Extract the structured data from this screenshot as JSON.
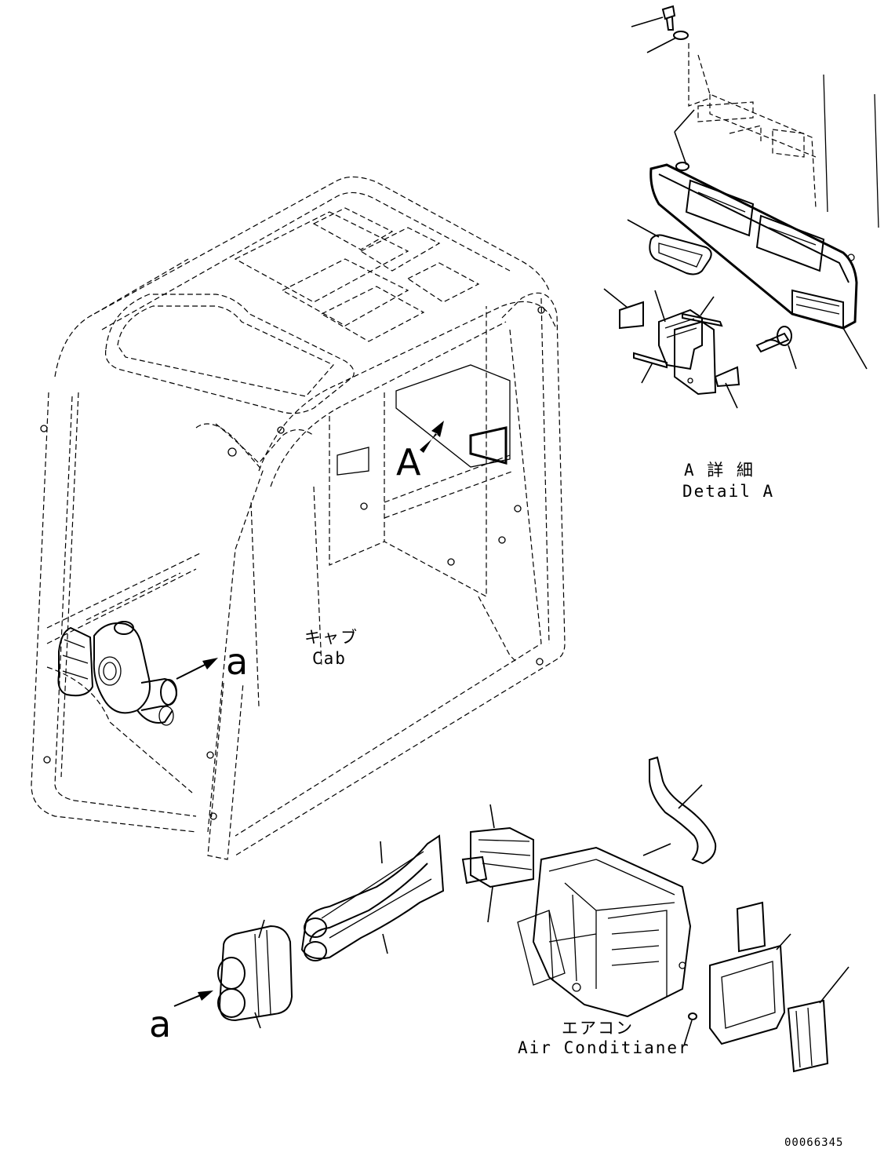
{
  "labels": {
    "view_A": "A",
    "ref_a_top": "a",
    "ref_a_bottom": "a",
    "detail_a_jp": "A 詳 細",
    "detail_a_en": "Detail A",
    "cab_jp": "キャブ",
    "cab_en": "Cab",
    "aircon_jp": "エアコン",
    "aircon_en": "Air Conditianer",
    "doc_number": "00066345"
  }
}
